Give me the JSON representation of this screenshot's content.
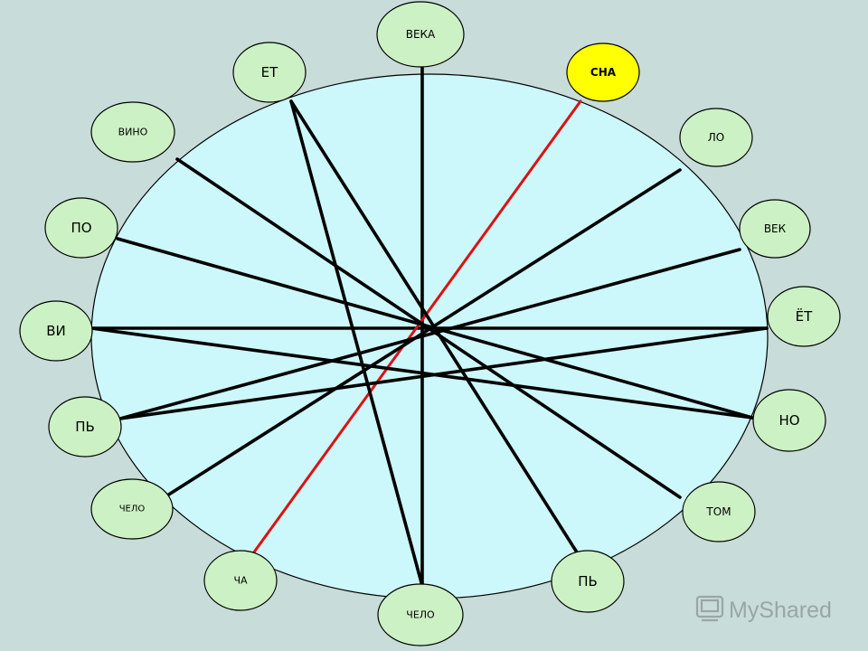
{
  "diagram": {
    "background_color": "#c8dcd9",
    "circle_fill": "#ccf7fb",
    "node_fill": "#ccf1c4",
    "highlight_fill": "#ffff00",
    "line_color": "#000000",
    "highlight_line_color": "#dd1111",
    "nodes": [
      {
        "id": "n-veka-top",
        "label": "ВЕКА"
      },
      {
        "id": "n-sna",
        "label": "СНА",
        "highlight": true
      },
      {
        "id": "n-lo",
        "label": "ЛО"
      },
      {
        "id": "n-vek",
        "label": "ВЕК"
      },
      {
        "id": "n-yot",
        "label": "ЁТ"
      },
      {
        "id": "n-no",
        "label": "НО"
      },
      {
        "id": "n-tom",
        "label": "ТОМ"
      },
      {
        "id": "n-p-right",
        "label": "ПЬ"
      },
      {
        "id": "n-chelo-bottom",
        "label": "ЧЕЛО"
      },
      {
        "id": "n-cha",
        "label": "ЧА"
      },
      {
        "id": "n-chelo-left",
        "label": "ЧЕЛО"
      },
      {
        "id": "n-p-left",
        "label": "ПЬ"
      },
      {
        "id": "n-vi",
        "label": "ВИ"
      },
      {
        "id": "n-po",
        "label": "ПО"
      },
      {
        "id": "n-vino",
        "label": "ВИНО"
      },
      {
        "id": "n-et",
        "label": "ЕТ"
      }
    ],
    "connections": [
      {
        "from": "n-veka-top",
        "to": "n-chelo-bottom"
      },
      {
        "from": "n-vi",
        "to": "n-yot"
      },
      {
        "from": "n-sna",
        "to": "n-cha",
        "highlight": true
      },
      {
        "from": "n-et",
        "to": "n-chelo-bottom"
      },
      {
        "from": "n-et",
        "to": "n-p-right"
      },
      {
        "from": "n-vino",
        "to": "n-tom"
      },
      {
        "from": "n-po",
        "to": "n-no"
      },
      {
        "from": "n-vi",
        "to": "n-no"
      },
      {
        "from": "n-lo",
        "to": "n-chelo-left"
      },
      {
        "from": "n-vek",
        "to": "n-p-left"
      },
      {
        "from": "n-yot",
        "to": "n-p-left"
      }
    ]
  },
  "watermark": {
    "text": "MyShared"
  }
}
